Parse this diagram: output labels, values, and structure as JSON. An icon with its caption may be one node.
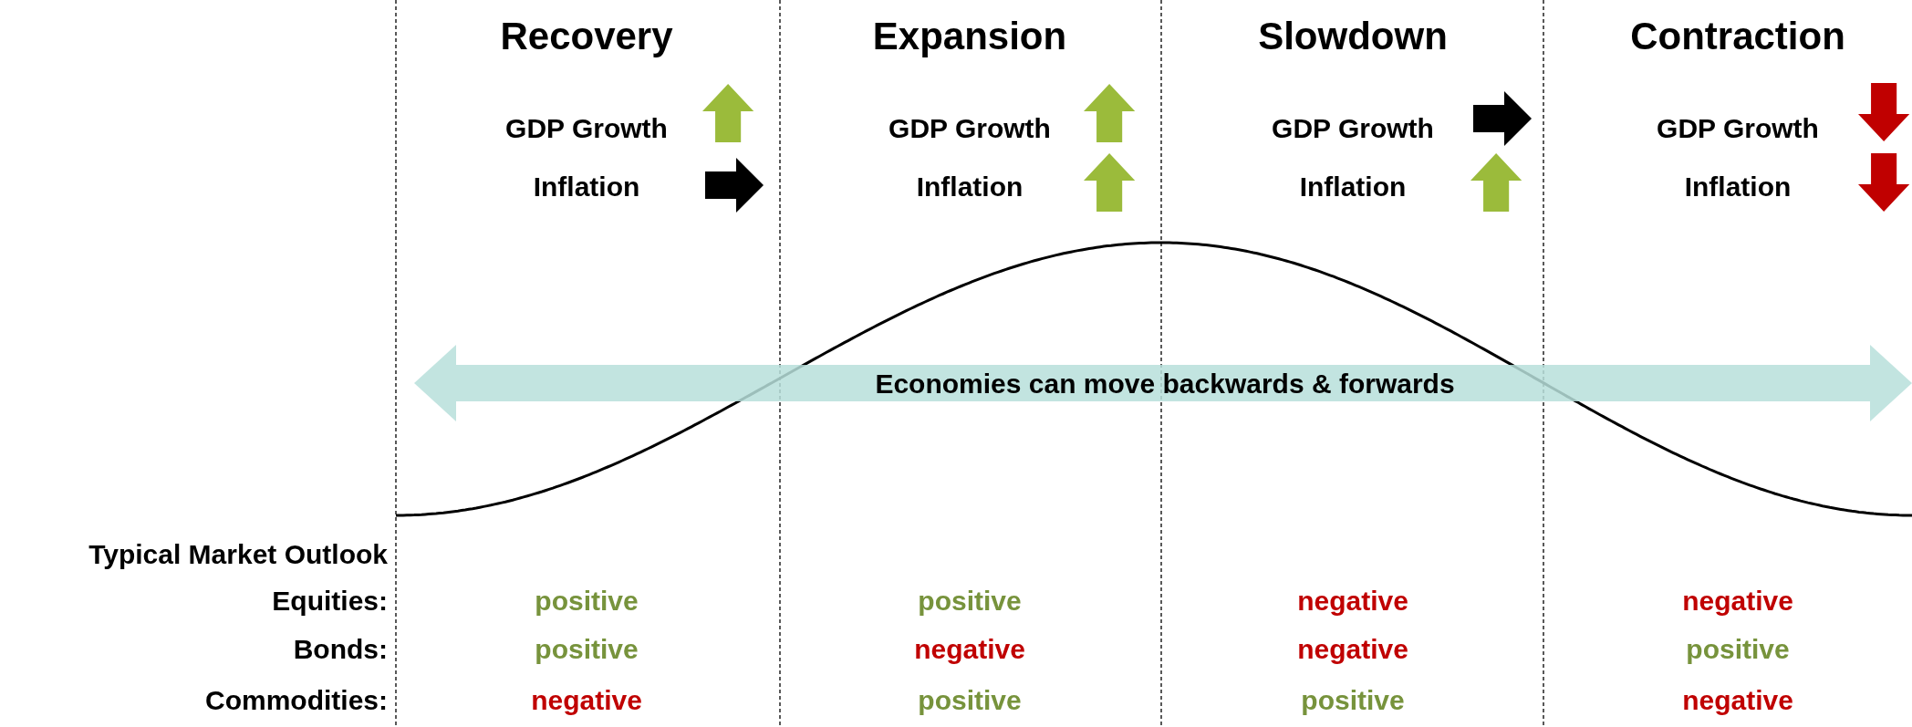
{
  "diagram": {
    "labels": [
      "Recovery",
      "Expansion",
      "Slowdown",
      "Contraction",
      "GDP Growth",
      "Inflation",
      "GDP Growth",
      "Inflation",
      "GDP Growth",
      "Inflation",
      "GDP Growth",
      "Inflation",
      "Economies can move backwards & forwards",
      "Typical Market Outlook",
      "Equities:",
      "positive",
      "positive",
      "negative",
      "negative",
      "Bonds:",
      "positive",
      "negative",
      "negative",
      "positive",
      "Commodities:",
      "negative",
      "positive",
      "positive",
      "negative"
    ]
  }
}
